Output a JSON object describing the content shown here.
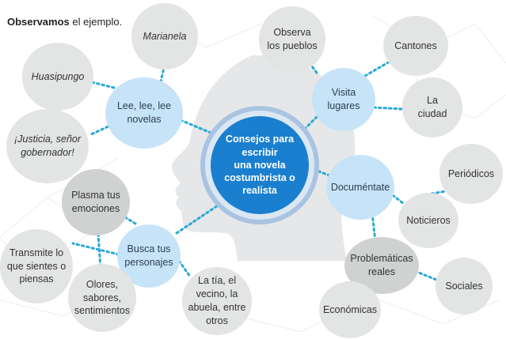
{
  "heading": {
    "bold": "Observamos",
    "rest": " el ejemplo."
  },
  "center": {
    "label": "Consejos para\nescribir\nuna novela\ncostumbrista o\nrealista"
  },
  "hubs": {
    "lee": "Lee, lee, lee\nnovelas",
    "visita": "Visita\nlugares",
    "documentate": "Documéntate",
    "busca": "Busca tus\npersonajes",
    "plasma": "Plasma tus\nemociones",
    "problematicas": "Problemáticas\nreales"
  },
  "leaves": {
    "marianela": "Marianela",
    "huasipungo": "Huasipungo",
    "justicia": "¡Justicia, señor\ngobernador!",
    "observa": "Observa\nlos pueblos",
    "cantones": "Cantones",
    "ciudad": "La\nciudad",
    "periodicos": "Periódicos",
    "noticieros": "Noticieros",
    "sociales": "Sociales",
    "economicas": "Económicas",
    "transmite": "Transmite lo\nque sientes o\npiensas",
    "olores": "Olores,\nsabores,\nsentimientos",
    "tia": "La tía, el\nvecino, la\nabuela, entre\notros"
  },
  "colors": {
    "center": "#1a7fcf",
    "hub": "#c7e3f8",
    "leaf": "#e3e4e4",
    "connector": "#2aa9d6",
    "head_silhouette": "#e6e7e8"
  }
}
